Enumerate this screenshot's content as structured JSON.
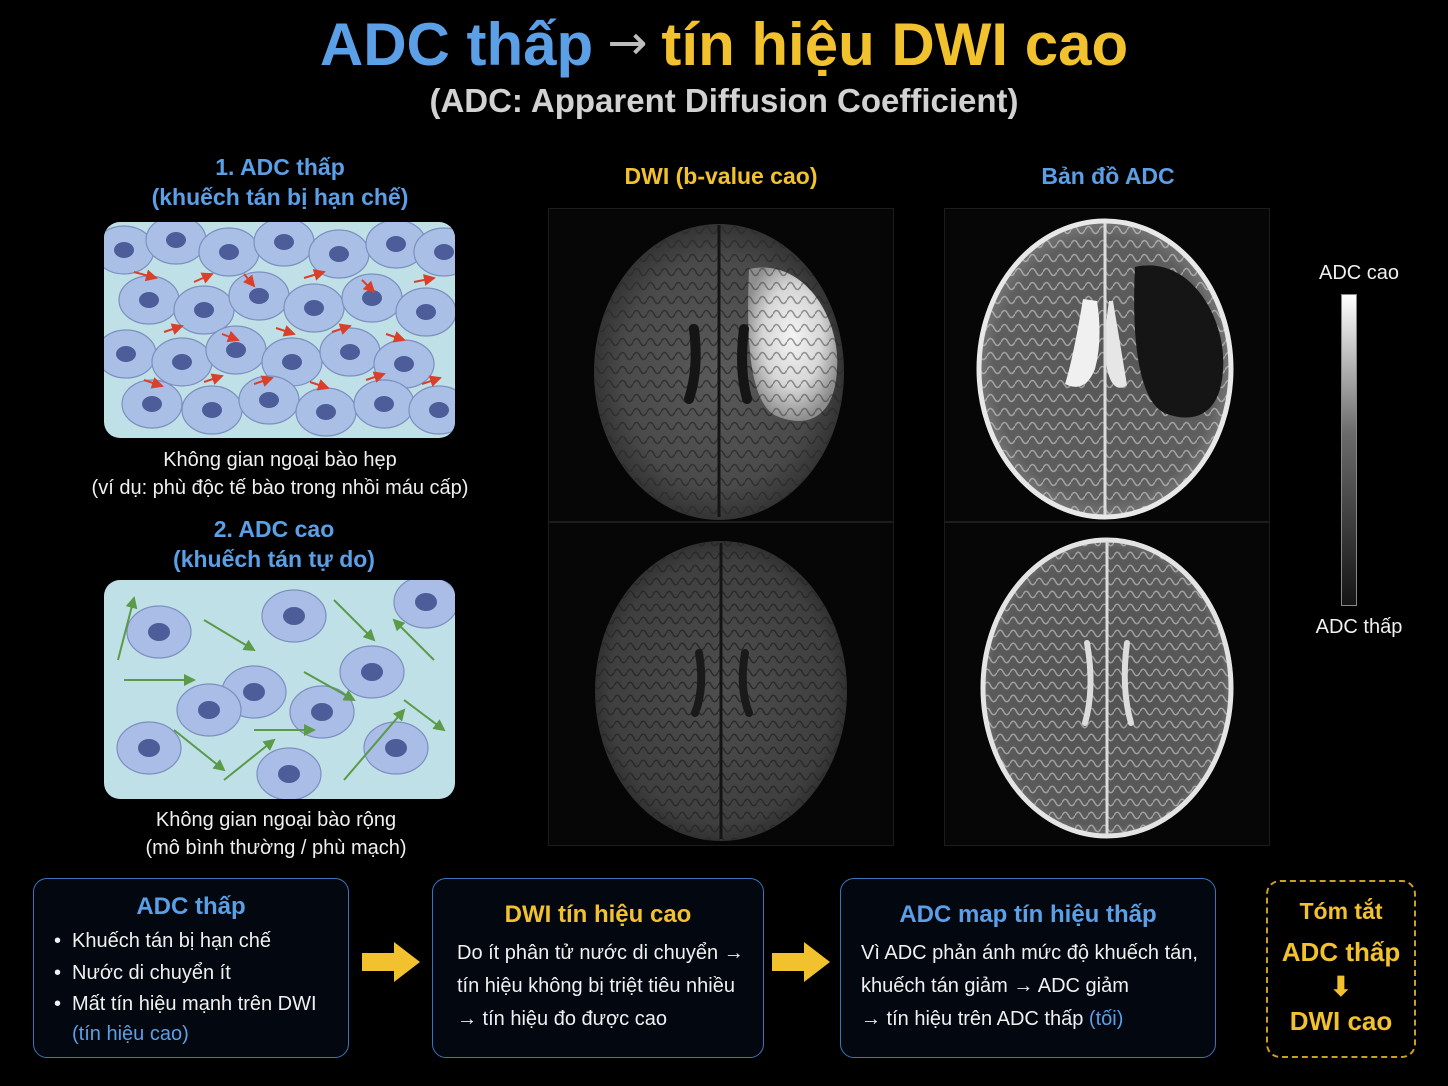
{
  "header": {
    "title_part1": "ADC thấp",
    "title_arrow": "→",
    "title_part2": "tín hiệu DWI cao",
    "subtitle": "(ADC: Apparent Diffusion Coefficient)"
  },
  "left_panel": {
    "low_adc": {
      "title_line1": "1. ADC thấp",
      "title_line2": "(khuếch tán bị hạn chế)",
      "caption_line1": "Không gian ngoại bào hẹp",
      "caption_line2": "(ví dụ: phù độc tế bào trong nhồi máu cấp)"
    },
    "high_adc": {
      "title_line1": "2. ADC cao",
      "title_line2": "(khuếch tán tự do)",
      "caption_line1": "Không gian ngoại bào rộng",
      "caption_line2": "(mô bình thường / phù mạch)"
    }
  },
  "dwi_panel": {
    "title": "DWI (b-value cao)"
  },
  "adc_panel": {
    "title": "Bản đồ ADC"
  },
  "colorbar": {
    "top_label": "ADC cao",
    "bottom_label": "ADC thấp"
  },
  "flow": {
    "box1": {
      "title": "ADC thấp",
      "bullets": [
        "Khuếch tán bị hạn chế",
        "Nước di chuyển ít",
        "Mất tín hiệu mạnh trên DWI"
      ],
      "bullet_note": "(tín hiệu cao)"
    },
    "box2": {
      "title": "DWI tín hiệu cao",
      "lines": [
        "Do ít phân tử nước di chuyển →",
        "tín hiệu không bị triệt tiêu nhiều",
        "→ tín hiệu đo được cao"
      ]
    },
    "box3": {
      "title": "ADC map tín hiệu thấp",
      "lines": [
        "Vì ADC phản ánh mức độ khuếch tán,",
        "khuếch tán giảm → ADC giảm",
        "→ tín hiệu trên ADC thấp"
      ],
      "line3_note": "(tối)"
    },
    "summary": {
      "title": "Tóm tắt",
      "line1": "ADC thấp",
      "arrow": "⬇",
      "line2": "DWI cao"
    }
  },
  "colors": {
    "blue": "#5b9fe6",
    "gold": "#f2c22e",
    "box_border": "#3f73b8",
    "arrow_fill": "#f2c22e"
  }
}
